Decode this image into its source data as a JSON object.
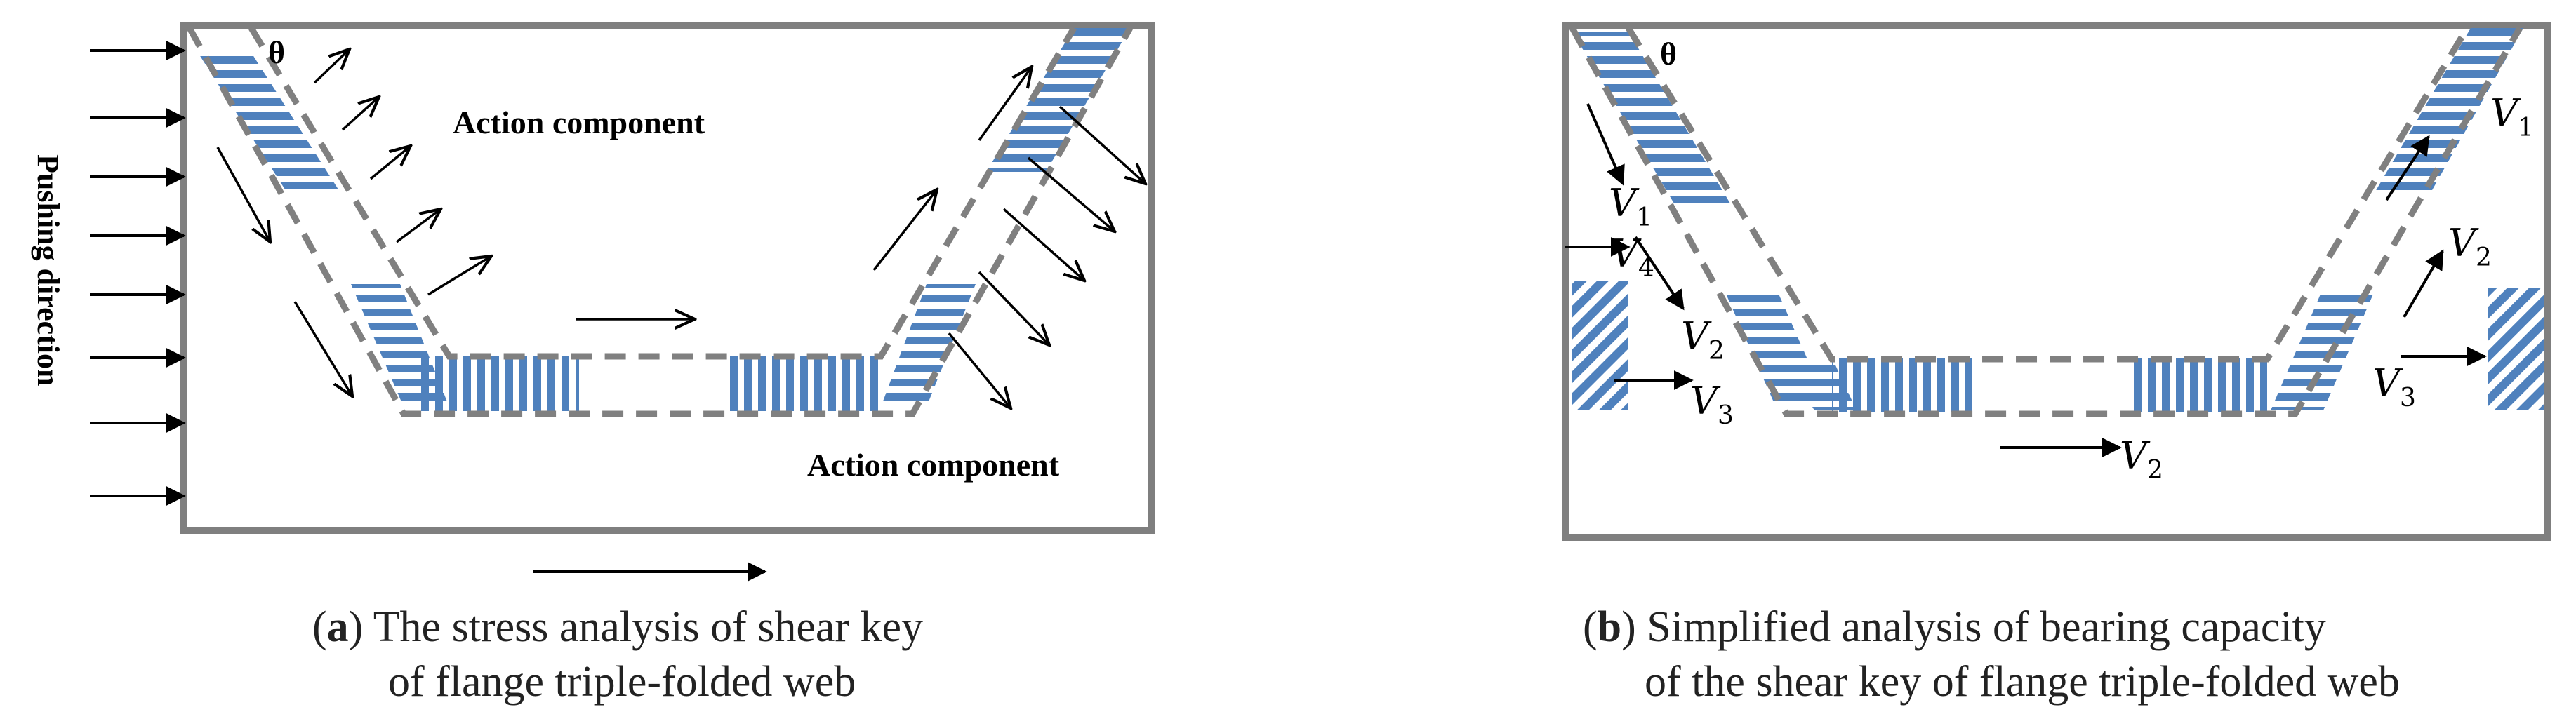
{
  "panel_a": {
    "theta": "θ",
    "action_top": "Action component",
    "action_bottom": "Action component",
    "pushing_direction": "Pushing direction",
    "caption": {
      "letter": "a",
      "line1": "The stress analysis of shear key",
      "line2": "of flange triple-folded web"
    }
  },
  "panel_b": {
    "theta": "θ",
    "labels": {
      "v1_left": "V",
      "v1_left_sub": "1",
      "v4": "V",
      "v4_sub": "4",
      "v2_left": "V",
      "v2_left_sub": "2",
      "v3_left": "V",
      "v3_left_sub": "3",
      "v2_bottom": "V",
      "v2_bottom_sub": "2",
      "v1_right": "V",
      "v1_right_sub": "1",
      "v2_right": "V",
      "v2_right_sub": "2",
      "v3_right": "V",
      "v3_right_sub": "3"
    },
    "caption": {
      "letter": "b",
      "line1": "Simplified analysis of bearing capacity",
      "line2": "of the shear key of flange triple-folded web"
    }
  },
  "colors": {
    "frame": "#7f7f7f",
    "dash": "#808080",
    "stripe": "#4f81bd",
    "arrow": "#000000"
  }
}
